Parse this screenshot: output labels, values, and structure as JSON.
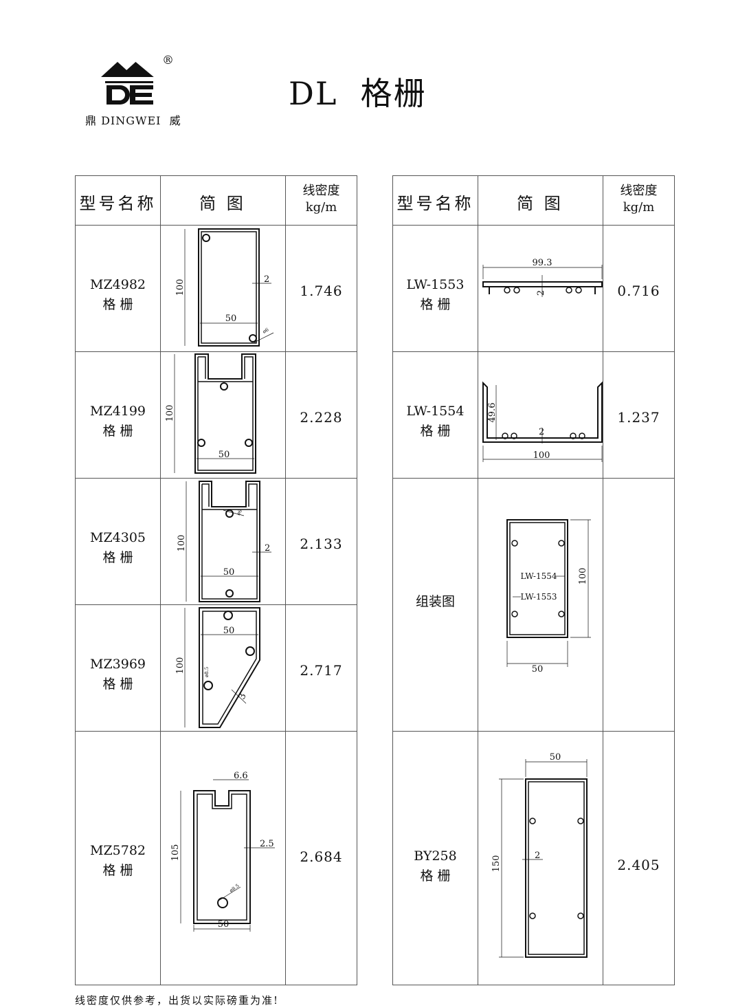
{
  "header": {
    "brand_registered": "®",
    "brand_text": "鼎 DINGWEI  威",
    "brand_logo_letters": "DE",
    "title": "DL  格栅"
  },
  "columns": {
    "model": "型号名称",
    "diagram": "简  图",
    "density_line1": "线密度",
    "density_line2": "kg/m"
  },
  "left_rows": [
    {
      "model": "MZ4982",
      "name": "格 栅",
      "density": "1.746",
      "dims": {
        "height": "100",
        "width": "50",
        "wall": "2",
        "dia": "ø6"
      }
    },
    {
      "model": "MZ4199",
      "name": "格 栅",
      "density": "2.228",
      "dims": {
        "height": "100",
        "width": "50"
      }
    },
    {
      "model": "MZ4305",
      "name": "格 栅",
      "density": "2.133",
      "dims": {
        "height": "100",
        "width": "50",
        "wall": "2",
        "dia": "ø6"
      }
    },
    {
      "model": "MZ3969",
      "name": "格 栅",
      "density": "2.717",
      "dims": {
        "height": "100",
        "width": "50",
        "wall": "3",
        "dia": "ø8.5"
      }
    },
    {
      "model": "MZ5782",
      "name": "格 栅",
      "density": "2.684",
      "dims": {
        "height": "105",
        "width": "50",
        "wall": "2.5",
        "slot": "6.6",
        "dia": "ø8.5"
      }
    }
  ],
  "right_rows": [
    {
      "model": "LW-1553",
      "name": "格 栅",
      "density": "0.716",
      "dims": {
        "width": "99.3",
        "wall": "2"
      }
    },
    {
      "model": "LW-1554",
      "name": "格 栅",
      "density": "1.237",
      "dims": {
        "height": "49.6",
        "width": "100",
        "wall": "2"
      }
    },
    {
      "model": "组装图",
      "dims": {
        "height": "100",
        "width": "50",
        "label_a": "LW-1554",
        "label_b": "LW-1553"
      }
    },
    {
      "model": "BY258",
      "name": "格 栅",
      "density": "2.405",
      "dims": {
        "height": "150",
        "width": "50",
        "wall": "2"
      }
    }
  ],
  "footer_note": "线密度仅供参考，出货以实际磅重为准!"
}
